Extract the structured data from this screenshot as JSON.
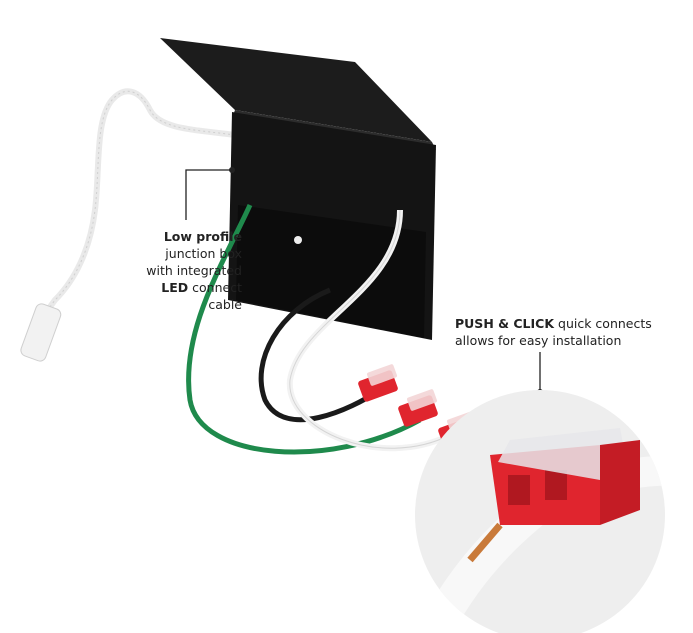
{
  "callouts": {
    "junction_box": {
      "bold": "Low profile",
      "line2": "junction box",
      "line3": "with integrated",
      "bold2": "LED",
      "line4": " connect cable"
    },
    "connectors": {
      "bold": "PUSH & CLICK",
      "line1_rest": " quick connects",
      "line2": "allows for easy installation"
    }
  },
  "colors": {
    "box": "#141414",
    "connector_red": "#e0252e",
    "wire_green": "#1f8a4c",
    "wire_black": "#1a1a1a",
    "wire_white": "#f4f4f4",
    "callout_circle": "#eeeeee"
  }
}
